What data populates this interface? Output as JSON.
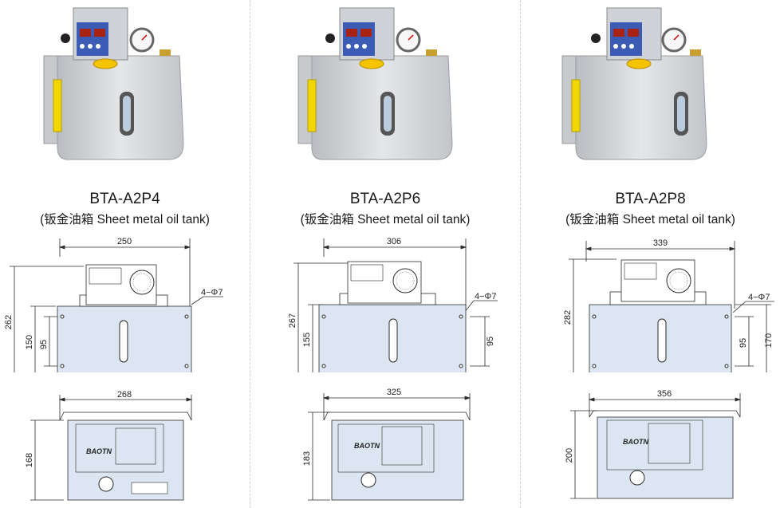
{
  "models": [
    {
      "name": "BTA-A2P4",
      "subtitle": "(钣金油箱 Sheet metal oil tank)",
      "front": {
        "width": "250",
        "height": "262",
        "tank_height": "150",
        "mount_spacing": "95",
        "holes": "4−Φ7"
      },
      "bottom": {
        "width": "268",
        "depth": "168"
      },
      "brand": "BAOTN"
    },
    {
      "name": "BTA-A2P6",
      "subtitle": "(钣金油箱 Sheet metal oil tank)",
      "front": {
        "width": "306",
        "height": "267",
        "tank_height": "155",
        "mount_spacing": "95",
        "holes": "4−Φ7"
      },
      "bottom": {
        "width": "325",
        "depth": "183"
      },
      "brand": "BAOTN"
    },
    {
      "name": "BTA-A2P8",
      "subtitle": "(钣金油箱 Sheet metal oil tank)",
      "front": {
        "width": "339",
        "height": "282",
        "tank_height": "170",
        "mount_spacing": "95",
        "holes": "4−Φ7"
      },
      "bottom": {
        "width": "356",
        "depth": "200"
      },
      "brand": "BAOTN"
    }
  ],
  "colors": {
    "tank_fill": "#dbe6f2",
    "line": "#2b2b2b",
    "panel_blue": "#3c5bb5",
    "label_yellow": "#f2d600",
    "cap_orange": "#f5a500"
  }
}
